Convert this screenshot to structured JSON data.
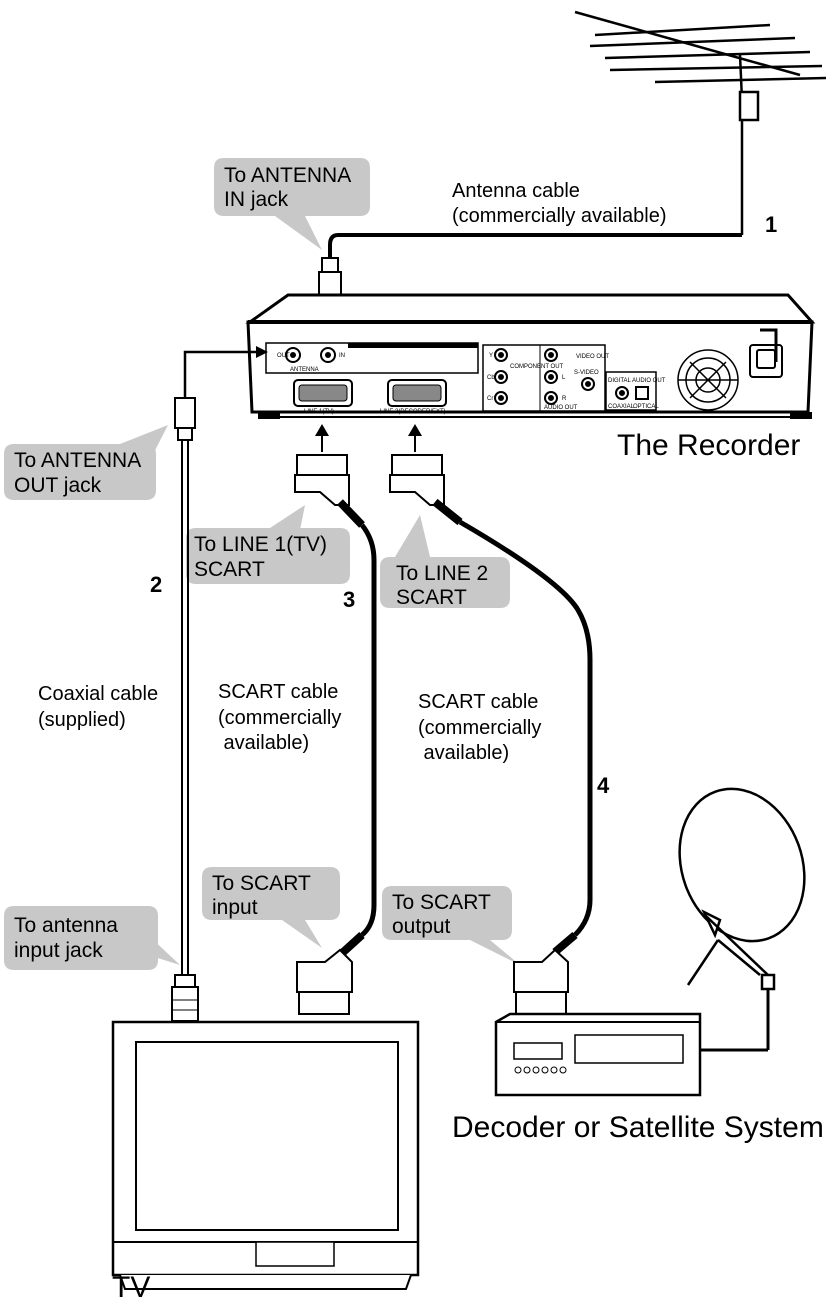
{
  "callouts": {
    "antenna_in": [
      "To ANTENNA",
      "IN jack"
    ],
    "antenna_out": [
      "To ANTENNA",
      "OUT jack"
    ],
    "line1": [
      "To LINE 1(TV)",
      "SCART"
    ],
    "line2": [
      "To LINE 2",
      "SCART"
    ],
    "scart_input": [
      "To SCART",
      "input"
    ],
    "scart_output": [
      "To SCART",
      "output"
    ],
    "antenna_input": [
      "To antenna",
      "input jack"
    ]
  },
  "cables": {
    "antenna": [
      "Antenna cable",
      "(commercially available)"
    ],
    "coaxial": [
      "Coaxial cable",
      "(supplied)"
    ],
    "scart1": [
      "SCART cable",
      "(commercially",
      " available)"
    ],
    "scart2": [
      "SCART cable",
      "(commercially",
      " available)"
    ]
  },
  "numbers": {
    "n1": "1",
    "n2": "2",
    "n3": "3",
    "n4": "4"
  },
  "devices": {
    "recorder": "The Recorder",
    "tv": "TV",
    "decoder": "Decoder or Satellite System"
  },
  "panel_labels": {
    "antenna": "ANTENNA",
    "in": "IN",
    "out": "OUT",
    "line1": "LINE 1(TV)",
    "line2": "LINE 2(DECODER/EXT)",
    "component_out": "COMPONENT OUT",
    "video_out": "VIDEO OUT",
    "svideo": "S-VIDEO",
    "audio_out": "AUDIO OUT",
    "digital_audio_out": "DIGITAL AUDIO OUT",
    "coaxial": "COAXIAL",
    "optical": "OPTICAL",
    "y": "Y",
    "cb": "Cb",
    "cr": "Cr",
    "l": "L",
    "r": "R"
  },
  "colors": {
    "callout_fill": "#c8c8c8",
    "line": "#000000"
  }
}
